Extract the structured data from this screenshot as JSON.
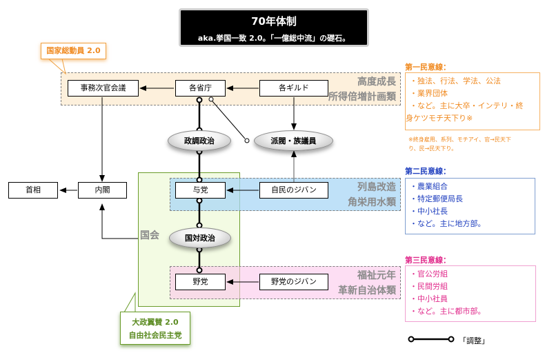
{
  "title": {
    "main": "70年体制",
    "subtitle": "aka.挙国一致 2.0。「一億総中流」の礎石。"
  },
  "callouts": {
    "top": "国家総動員 2.0",
    "bottom_line1": "大政翼賛 2.0",
    "bottom_line2": "自由社会民主党"
  },
  "bands": {
    "top": {
      "line1": "高度成長",
      "line2": "所得倍増計画類"
    },
    "middle": {
      "line1": "列島改造",
      "line2": "角栄用水類"
    },
    "bottom": {
      "line1": "福祉元年",
      "line2": "革新自治体類"
    }
  },
  "nodes": {
    "jimujikan": "事務次官会議",
    "kakushocho": "各省庁",
    "kakuguild": "各ギルド",
    "shusho": "首相",
    "naikaku": "内閣",
    "yoto": "与党",
    "jimin_jiban": "自民のジバン",
    "yato": "野党",
    "yato_jiban": "野党のジバン"
  },
  "ellipses": {
    "seicho": "政調政治",
    "habatsu": "派閥・族議員",
    "kokutai": "国対政治"
  },
  "kokkai_label": "国会",
  "side_panels": [
    {
      "title": "第一民意線：",
      "color": "#f08a20",
      "items": [
        "・独法、行法、学法、公法",
        "・業界団体",
        "・など。主に大卒・インテリ・終",
        "身ケツモチ天下り※"
      ],
      "note_line1": "※終身雇用、系列、モチアイ、官→民天下",
      "note_line2": "り、民→民天下り。"
    },
    {
      "title": "第二民意線：",
      "color": "#1f3fbf",
      "items": [
        "・農業組合",
        "・特定郵便局長",
        "・中小社長",
        "・など。主に地方部。"
      ]
    },
    {
      "title": "第三民意線：",
      "color": "#e0288a",
      "items": [
        "・官公労組",
        "・民間労組",
        "・中小社員",
        "・など。主に都市部。"
      ]
    }
  ],
  "legend": {
    "label": "「調整」"
  }
}
